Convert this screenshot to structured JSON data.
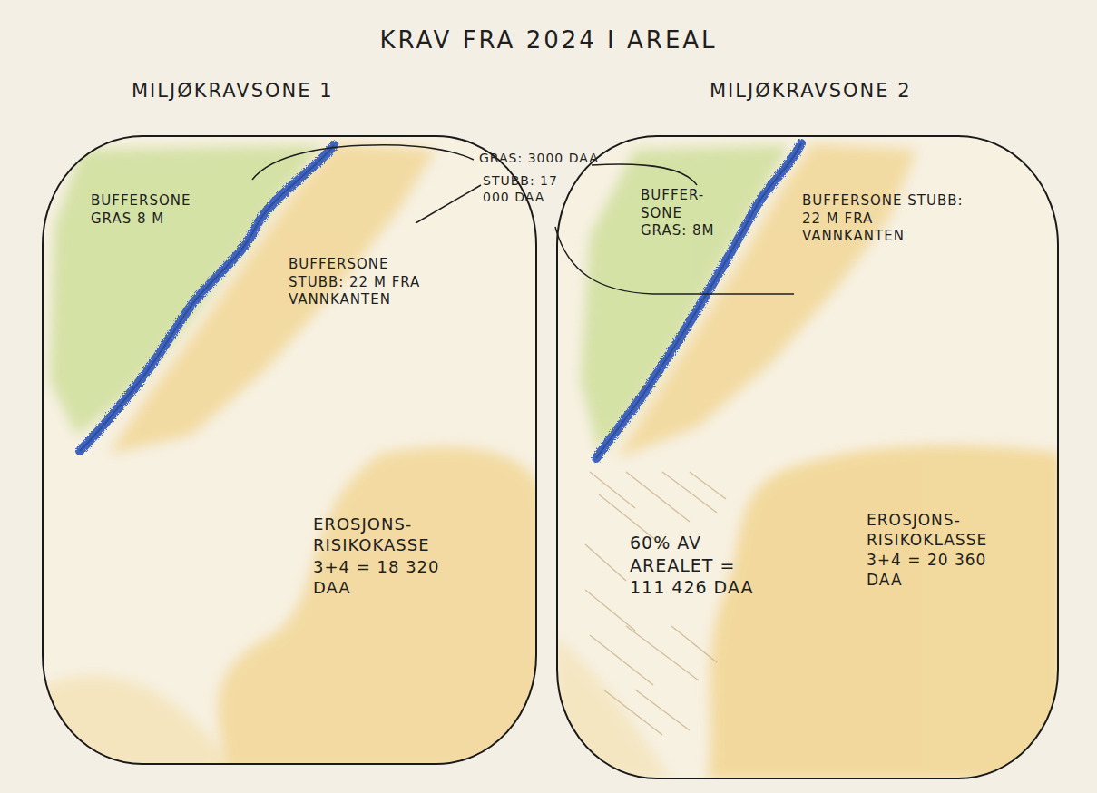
{
  "diagram": {
    "title": "KRAV FRA 2024 I AREAL",
    "nodes": [
      {
        "text": [
          "MILJØKRAVSONE 1"
        ]
      },
      {
        "text": [
          "MILJØKRAVSONE 2"
        ]
      }
    ],
    "labels": [
      "BUFFERSONE GRAS 8 M",
      "BUFFERSONE STUBB: 22 M FRA VANNKANTEN",
      "EROSJONS- RISIKOKASSE 3+4 = 18 320 DAA",
      "GRAS: 3000 DAA",
      "STUBB: 17 000 DAA",
      "BUFFER- SONE GRAS: 8M",
      "BUFFERSONE STUBB: 22 M FRA VANNKANTEN",
      "60% AV AREALET = 111 426 DAA",
      "EROSJONS- RISIKOKLASSE 3+4 = 20 360 DAA"
    ]
  }
}
